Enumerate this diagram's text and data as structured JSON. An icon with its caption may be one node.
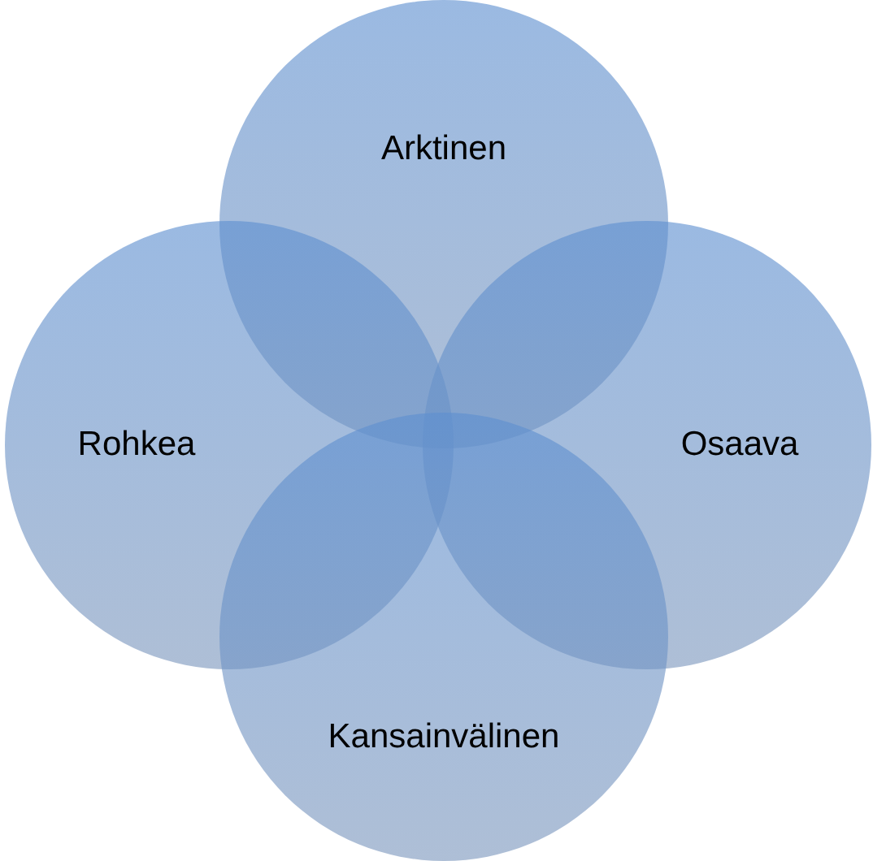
{
  "diagram": {
    "nodes": [
      {
        "text": [
          "Arktinen"
        ]
      },
      {
        "text": [
          "Rohkea"
        ]
      },
      {
        "text": [
          "Osaava"
        ]
      },
      {
        "text": [
          "Kansainvälinen"
        ]
      }
    ]
  }
}
